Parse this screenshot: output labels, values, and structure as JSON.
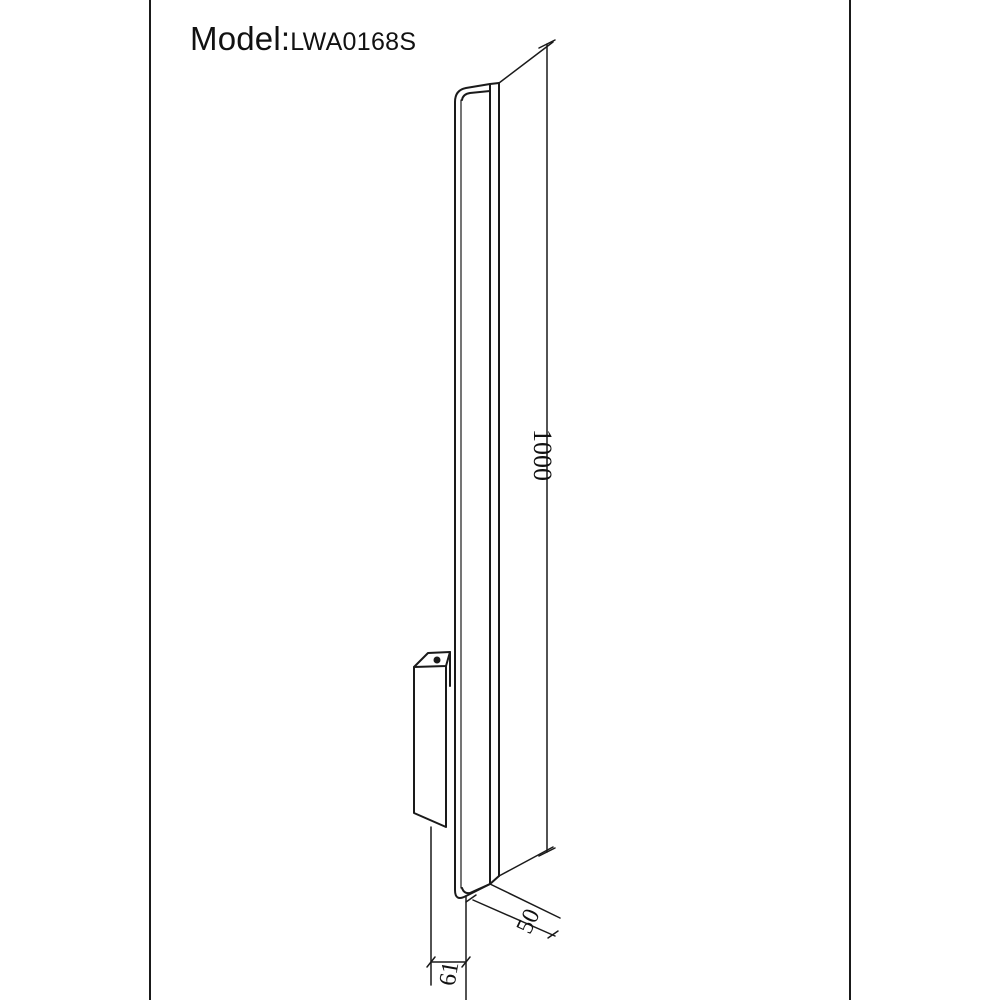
{
  "title": {
    "label": "Model:",
    "value": "LWA0168S"
  },
  "dimensions": {
    "height": "1000",
    "depth": "50",
    "base": "61"
  },
  "colors": {
    "line": "#1a1a1a",
    "background": "#ffffff"
  }
}
